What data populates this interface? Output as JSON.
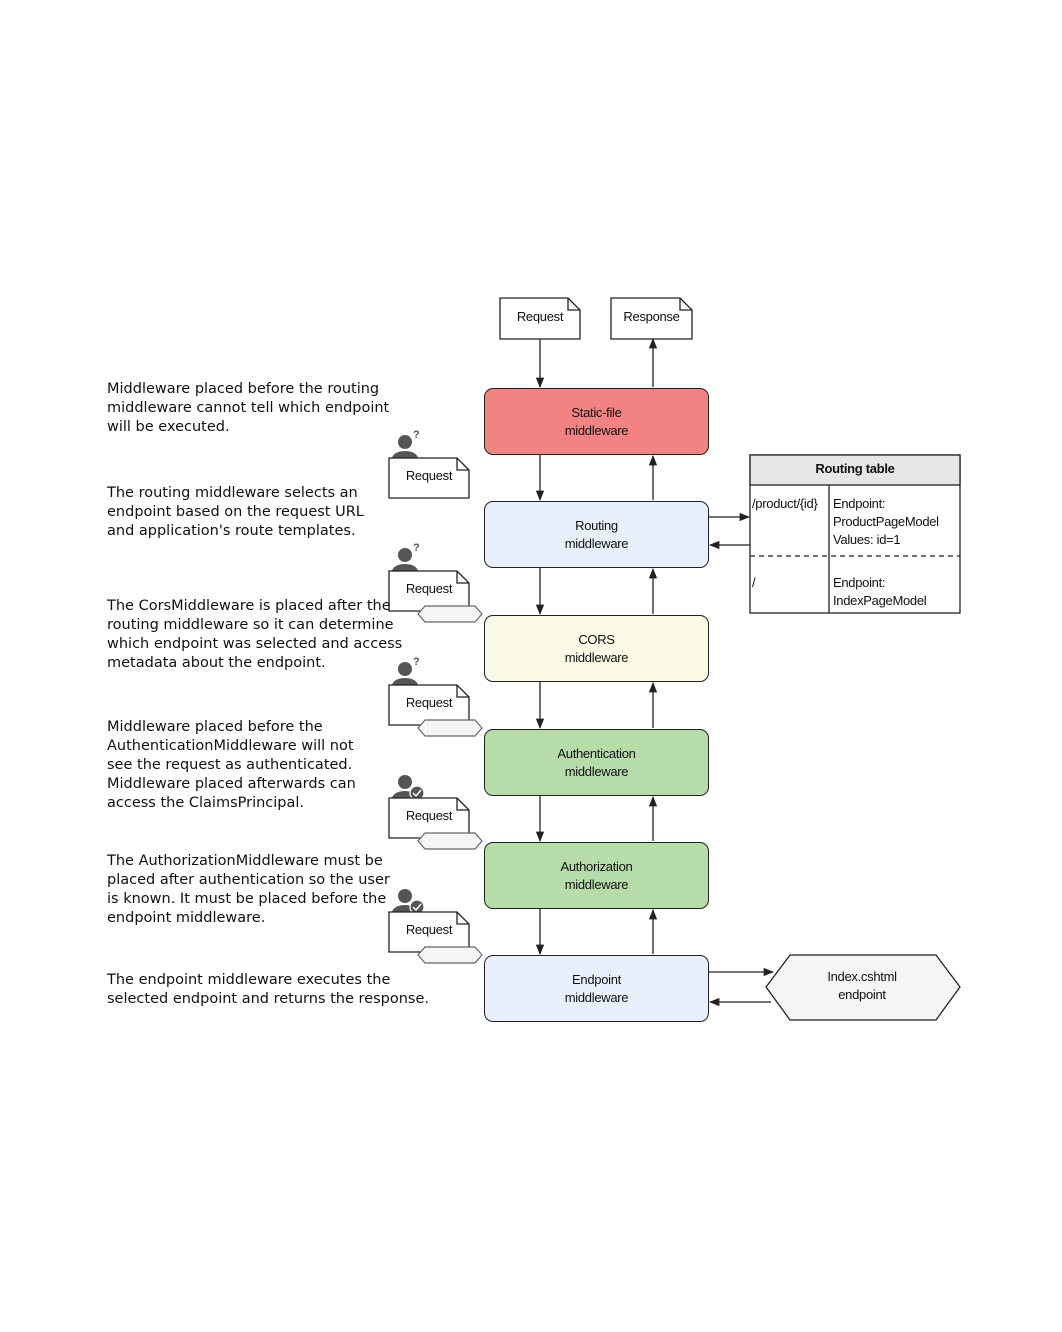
{
  "top_docs": {
    "request_label": "Request",
    "response_label": "Response"
  },
  "middleware": [
    {
      "line1": "Static-file",
      "line2": "middleware",
      "color": "#f38383"
    },
    {
      "line1": "Routing",
      "line2": "middleware",
      "color": "#e8f1fb"
    },
    {
      "line1": "CORS",
      "line2": "middleware",
      "color": "#fafae6"
    },
    {
      "line1": "Authentication",
      "line2": "middleware",
      "color": "#b6dcaa"
    },
    {
      "line1": "Authorization",
      "line2": "middleware",
      "color": "#b6dcaa"
    },
    {
      "line1": "Endpoint",
      "line2": "middleware",
      "color": "#e8f1fb"
    }
  ],
  "request_docs": [
    {
      "label": "Request",
      "user_state": "unknown",
      "has_endpoint_tag": false
    },
    {
      "label": "Request",
      "user_state": "unknown",
      "has_endpoint_tag": true
    },
    {
      "label": "Request",
      "user_state": "unknown",
      "has_endpoint_tag": true
    },
    {
      "label": "Request",
      "user_state": "authenticated",
      "has_endpoint_tag": true
    },
    {
      "label": "Request",
      "user_state": "authenticated",
      "has_endpoint_tag": true
    }
  ],
  "annotations": [
    "Middleware placed before the routing\nmiddleware cannot tell which endpoint\nwill be executed.",
    "The routing middleware selects an\nendpoint based on the request URL\nand application's route templates.",
    "The CorsMiddleware is placed after the\nrouting middleware so it can determine\nwhich endpoint was selected and access\nmetadata about the endpoint.",
    "Middleware placed before the\nAuthenticationMiddleware will not\nsee the request as authenticated.\nMiddleware placed afterwards can\naccess the ClaimsPrincipal.",
    "The AuthorizationMiddleware must be\nplaced after authentication so the user\nis known. It must be placed before the\nendpoint middleware.",
    "The endpoint middleware executes the\nselected endpoint and returns the response."
  ],
  "routing_table": {
    "title": "Routing table",
    "rows": [
      {
        "route": "/product/{id}",
        "line1": "Endpoint:",
        "line2": "ProductPageModel",
        "line3": "Values: id=1"
      },
      {
        "route": "/",
        "line1": "Endpoint:",
        "line2": "IndexPageModel"
      }
    ]
  },
  "endpoint_node": {
    "line1": "Index.cshtml",
    "line2": "endpoint"
  },
  "colors": {
    "line": "#222222",
    "table_header": "#e6e6e6",
    "endpoint_fill": "#f4f5f5",
    "tag_fill": "#f4f5f5",
    "user_icon": "#555555"
  }
}
